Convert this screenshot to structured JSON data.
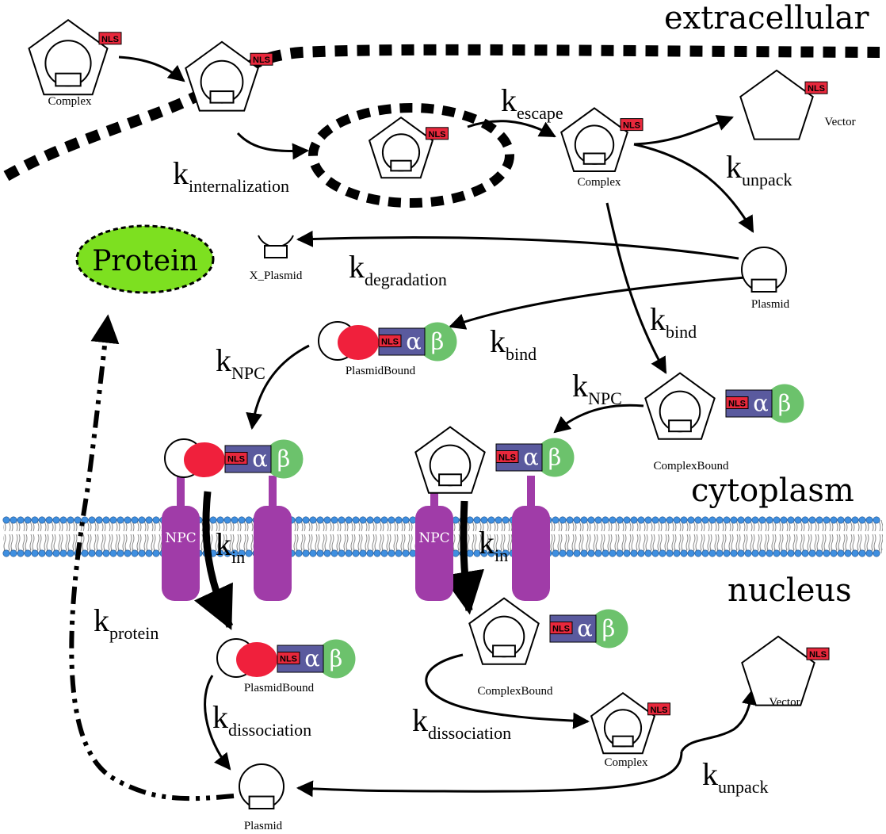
{
  "regions": {
    "extracellular": "extracellular",
    "cytoplasm": "cytoplasm",
    "nucleus": "nucleus"
  },
  "labels": {
    "complex": "Complex",
    "vector": "Vector",
    "plasmid": "Plasmid",
    "x_plasmid": "X_Plasmid",
    "plasmid_bound": "PlasmidBound",
    "complex_bound": "ComplexBound",
    "protein": "Protein",
    "nls": "NLS",
    "npc": "NPC",
    "alpha": "α",
    "beta": "β"
  },
  "rates": {
    "k": "k",
    "internalization": "internalization",
    "escape": "escape",
    "unpack": "unpack",
    "degradation": "degradation",
    "bind": "bind",
    "npc": "NPC",
    "in": "in",
    "protein": "protein",
    "dissociation": "dissociation"
  },
  "colors": {
    "nls_box": "#e8283c",
    "red_protein": "#f0203c",
    "alpha_box": "#5a5a9e",
    "beta_circle": "#6cc26c",
    "npc": "#a03ca8",
    "membrane_head": "#3f8fe0",
    "protein_fill": "#7de020"
  }
}
